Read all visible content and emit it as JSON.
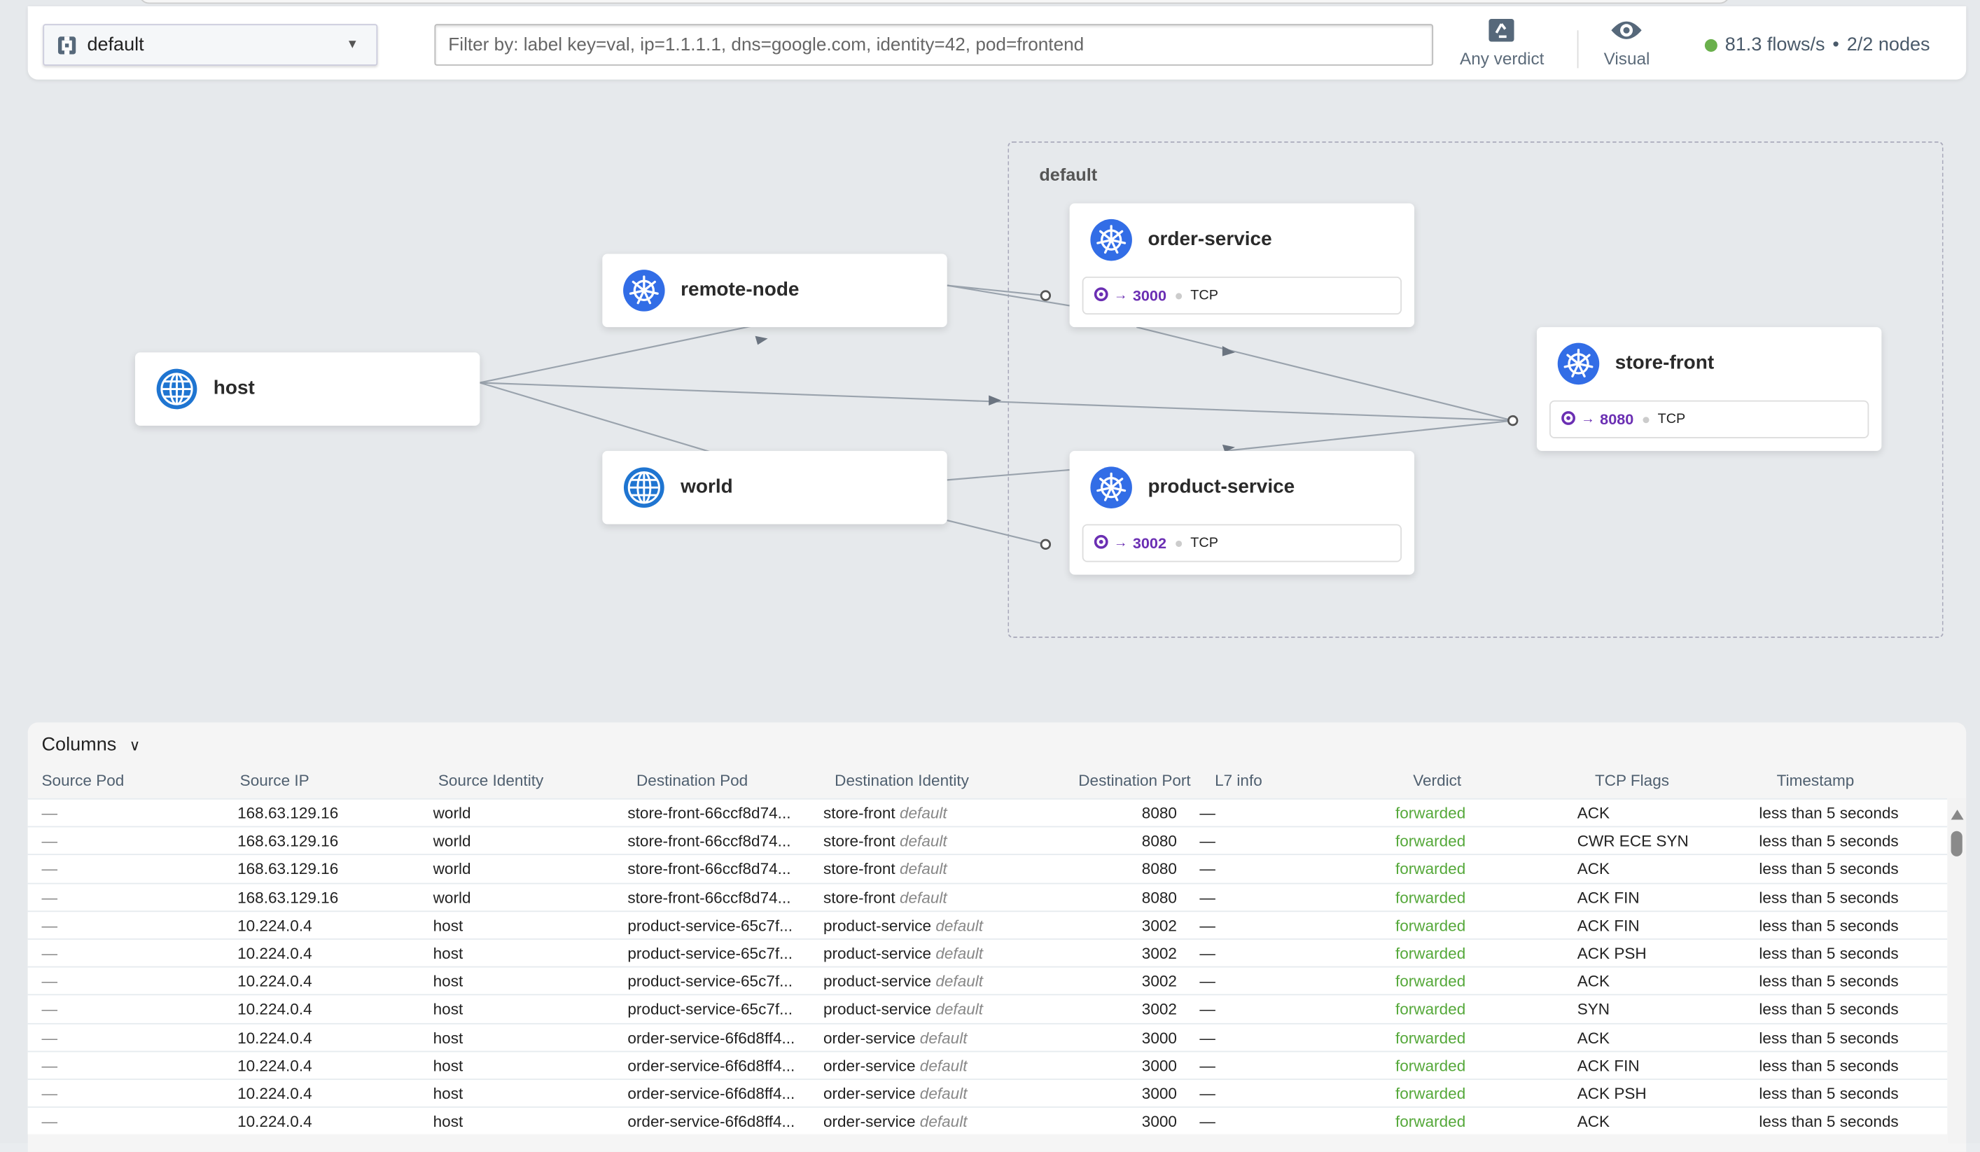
{
  "topbar": {
    "namespace": "default",
    "filter_placeholder": "Filter by: label key=val, ip=1.1.1.1, dns=google.com, identity=42, pod=frontend",
    "verdict_label": "Any verdict",
    "visual_label": "Visual",
    "flows_rate": "81.3 flows/s",
    "nodes": "2/2 nodes",
    "status_color": "#6ab04c"
  },
  "graph": {
    "namespace_label": "default",
    "nodes": [
      {
        "name": "host",
        "icon": "globe-icon"
      },
      {
        "name": "remote-node",
        "icon": "kubernetes-icon"
      },
      {
        "name": "world",
        "icon": "globe-icon"
      },
      {
        "name": "order-service",
        "icon": "kubernetes-icon",
        "port": "3000",
        "protocol": "TCP"
      },
      {
        "name": "product-service",
        "icon": "kubernetes-icon",
        "port": "3002",
        "protocol": "TCP"
      },
      {
        "name": "store-front",
        "icon": "kubernetes-icon",
        "port": "8080",
        "protocol": "TCP"
      }
    ]
  },
  "table": {
    "columns_label": "Columns",
    "headers": [
      "Source Pod",
      "Source IP",
      "Source Identity",
      "Destination Pod",
      "Destination Identity",
      "Destination Port",
      "L7 info",
      "Verdict",
      "TCP Flags",
      "Timestamp"
    ],
    "rows": [
      [
        "—",
        "168.63.129.16",
        "world",
        "store-front-66ccf8d74...",
        "store-front",
        "default",
        "8080",
        "—",
        "forwarded",
        "ACK",
        "less than 5 seconds"
      ],
      [
        "—",
        "168.63.129.16",
        "world",
        "store-front-66ccf8d74...",
        "store-front",
        "default",
        "8080",
        "—",
        "forwarded",
        "CWR ECE SYN",
        "less than 5 seconds"
      ],
      [
        "—",
        "168.63.129.16",
        "world",
        "store-front-66ccf8d74...",
        "store-front",
        "default",
        "8080",
        "—",
        "forwarded",
        "ACK",
        "less than 5 seconds"
      ],
      [
        "—",
        "168.63.129.16",
        "world",
        "store-front-66ccf8d74...",
        "store-front",
        "default",
        "8080",
        "—",
        "forwarded",
        "ACK FIN",
        "less than 5 seconds"
      ],
      [
        "—",
        "10.224.0.4",
        "host",
        "product-service-65c7f...",
        "product-service",
        "default",
        "3002",
        "—",
        "forwarded",
        "ACK FIN",
        "less than 5 seconds"
      ],
      [
        "—",
        "10.224.0.4",
        "host",
        "product-service-65c7f...",
        "product-service",
        "default",
        "3002",
        "—",
        "forwarded",
        "ACK PSH",
        "less than 5 seconds"
      ],
      [
        "—",
        "10.224.0.4",
        "host",
        "product-service-65c7f...",
        "product-service",
        "default",
        "3002",
        "—",
        "forwarded",
        "ACK",
        "less than 5 seconds"
      ],
      [
        "—",
        "10.224.0.4",
        "host",
        "product-service-65c7f...",
        "product-service",
        "default",
        "3002",
        "—",
        "forwarded",
        "SYN",
        "less than 5 seconds"
      ],
      [
        "—",
        "10.224.0.4",
        "host",
        "order-service-6f6d8ff4...",
        "order-service",
        "default",
        "3000",
        "—",
        "forwarded",
        "ACK",
        "less than 5 seconds"
      ],
      [
        "—",
        "10.224.0.4",
        "host",
        "order-service-6f6d8ff4...",
        "order-service",
        "default",
        "3000",
        "—",
        "forwarded",
        "ACK FIN",
        "less than 5 seconds"
      ],
      [
        "—",
        "10.224.0.4",
        "host",
        "order-service-6f6d8ff4...",
        "order-service",
        "default",
        "3000",
        "—",
        "forwarded",
        "ACK PSH",
        "less than 5 seconds"
      ],
      [
        "—",
        "10.224.0.4",
        "host",
        "order-service-6f6d8ff4...",
        "order-service",
        "default",
        "3000",
        "—",
        "forwarded",
        "ACK",
        "less than 5 seconds"
      ]
    ]
  }
}
